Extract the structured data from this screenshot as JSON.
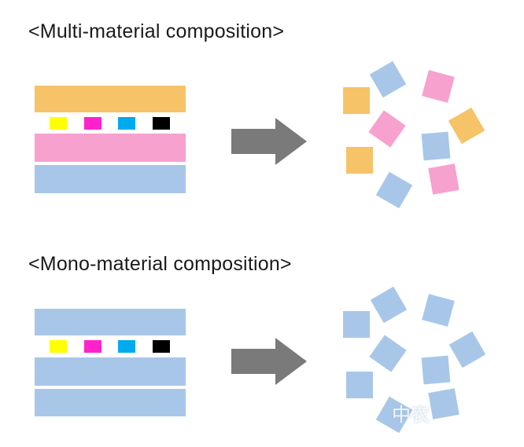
{
  "sections": {
    "multi": {
      "heading": "<Multi-material composition>"
    },
    "mono": {
      "heading": "<Mono-material composition>"
    }
  },
  "colors": {
    "orange": "#F6C369",
    "pink": "#F7A1CF",
    "blue": "#A8C7E8",
    "arrow": "#7A7A7A",
    "ink_yellow": "#FFFF00",
    "ink_magenta": "#FF22CC",
    "ink_cyan": "#00AAEE",
    "ink_black": "#000000"
  },
  "inks": [
    "yellow",
    "magenta",
    "cyan",
    "black"
  ],
  "watermark": "中农"
}
